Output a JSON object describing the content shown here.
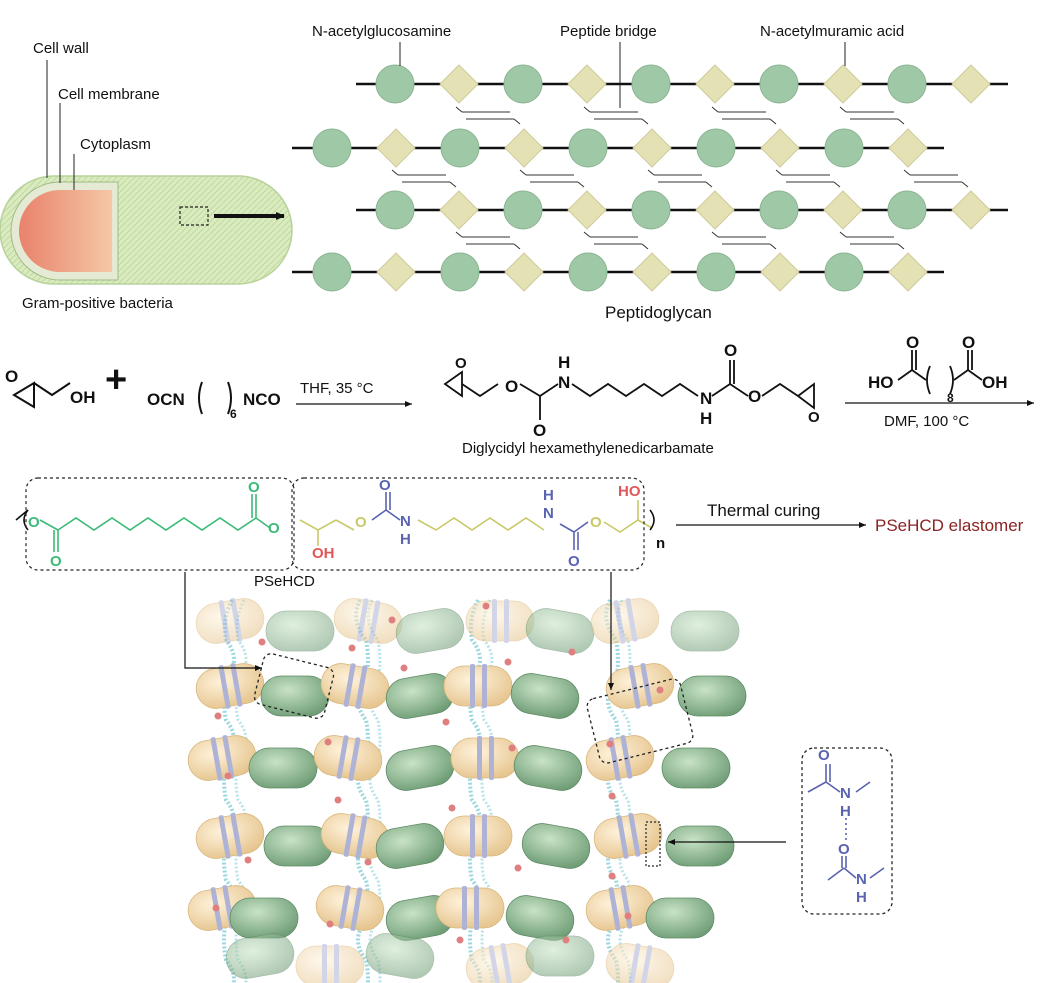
{
  "bacteria": {
    "cell_wall": "Cell wall",
    "cell_membrane": "Cell membrane",
    "cytoplasm": "Cytoplasm",
    "caption": "Gram-positive bacteria"
  },
  "peptidoglycan": {
    "nag": "N-acetylglucosamine",
    "bridge": "Peptide bridge",
    "nam": "N-acetylmuramic acid",
    "caption": "Peptidoglycan"
  },
  "reaction1": {
    "reactant1_oh": "OH",
    "plus": "+",
    "ocn": "OCN",
    "nco": "NCO",
    "sub6": "6",
    "conditions": "THF, 35 °C",
    "product_name": "Diglycidyl hexamethylenedicarbamate",
    "h_top": "H",
    "n_top": "N",
    "o_bottom": "O",
    "h_bottom": "H",
    "n_bottom": "N",
    "o_top": "O",
    "o_left": "O",
    "o_right": "O",
    "epox_o1": "O",
    "epox_o2": "O"
  },
  "reaction2": {
    "o1": "O",
    "o2": "O",
    "ho": "HO",
    "oh": "OH",
    "sub8": "8",
    "conditions": "DMF, 100 °C"
  },
  "polymer": {
    "name": "PSeHCD",
    "n": "n",
    "process": "Thermal curing",
    "product": "PSeHCD elastomer",
    "oh": "OH",
    "ho": "HO",
    "h": "H",
    "nn": "N"
  },
  "hbond": {
    "o": "O",
    "h": "H",
    "n": "N"
  },
  "colors": {
    "green": "#3dba78",
    "yellow": "#c9c96a",
    "blue": "#5a63b0",
    "red": "#e0575b",
    "dark_red": "#8b2323",
    "circle": "#9fc9a6",
    "diamond": "#e4e2b4"
  }
}
